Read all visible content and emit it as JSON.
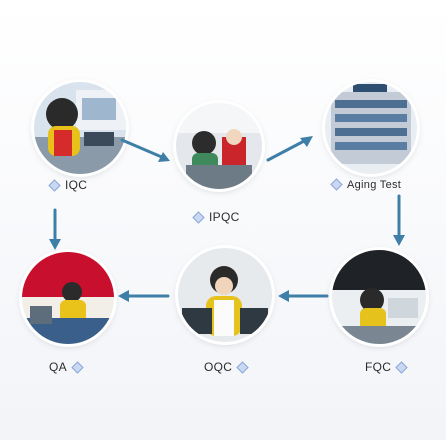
{
  "steps": {
    "iqc": {
      "label": "IQC"
    },
    "ipqc": {
      "label": "IPQC"
    },
    "aging": {
      "label": "Aging Test"
    },
    "fqc": {
      "label": "FQC"
    },
    "oqc": {
      "label": "OQC"
    },
    "qa": {
      "label": "QA"
    }
  },
  "colors": {
    "arrow": "#3e7fa7",
    "icon_fill": "#c9d7f2",
    "icon_stroke": "#8aa7d6"
  }
}
